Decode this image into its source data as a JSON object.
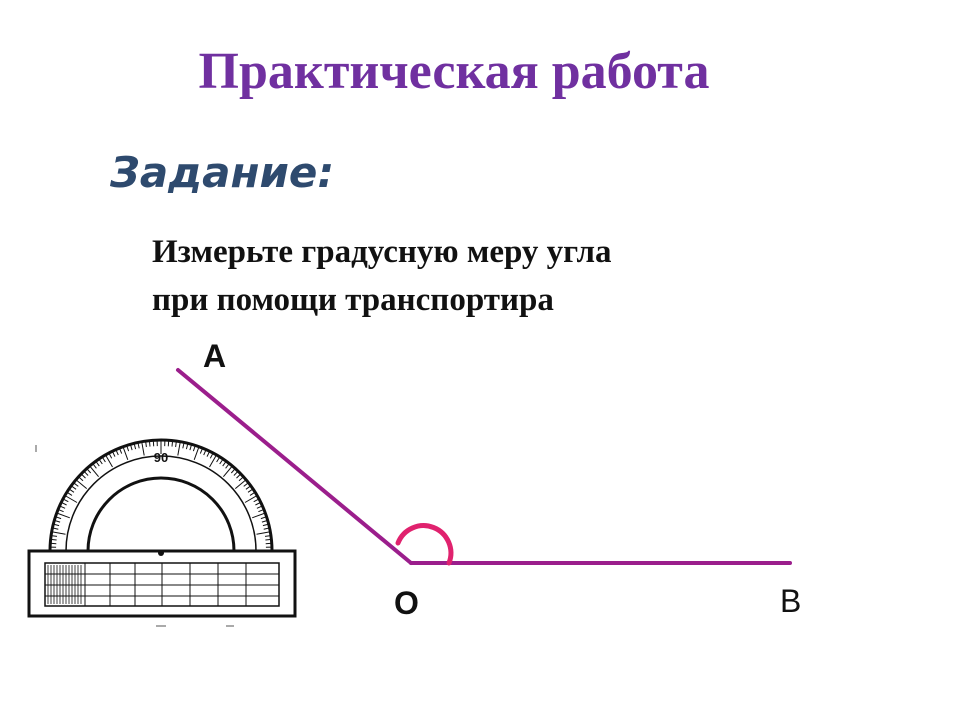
{
  "slide": {
    "title": "Практическая работа",
    "subtitle": "Задание:",
    "task_lines": [
      "Измерьте градусную меру угла",
      "при помощи транспортира"
    ]
  },
  "figure": {
    "points": {
      "a": "A",
      "o": "O",
      "b": "B"
    },
    "angle_color": "#9b1e8c",
    "arc_color": "#e0226e",
    "protractor_label": "90"
  }
}
